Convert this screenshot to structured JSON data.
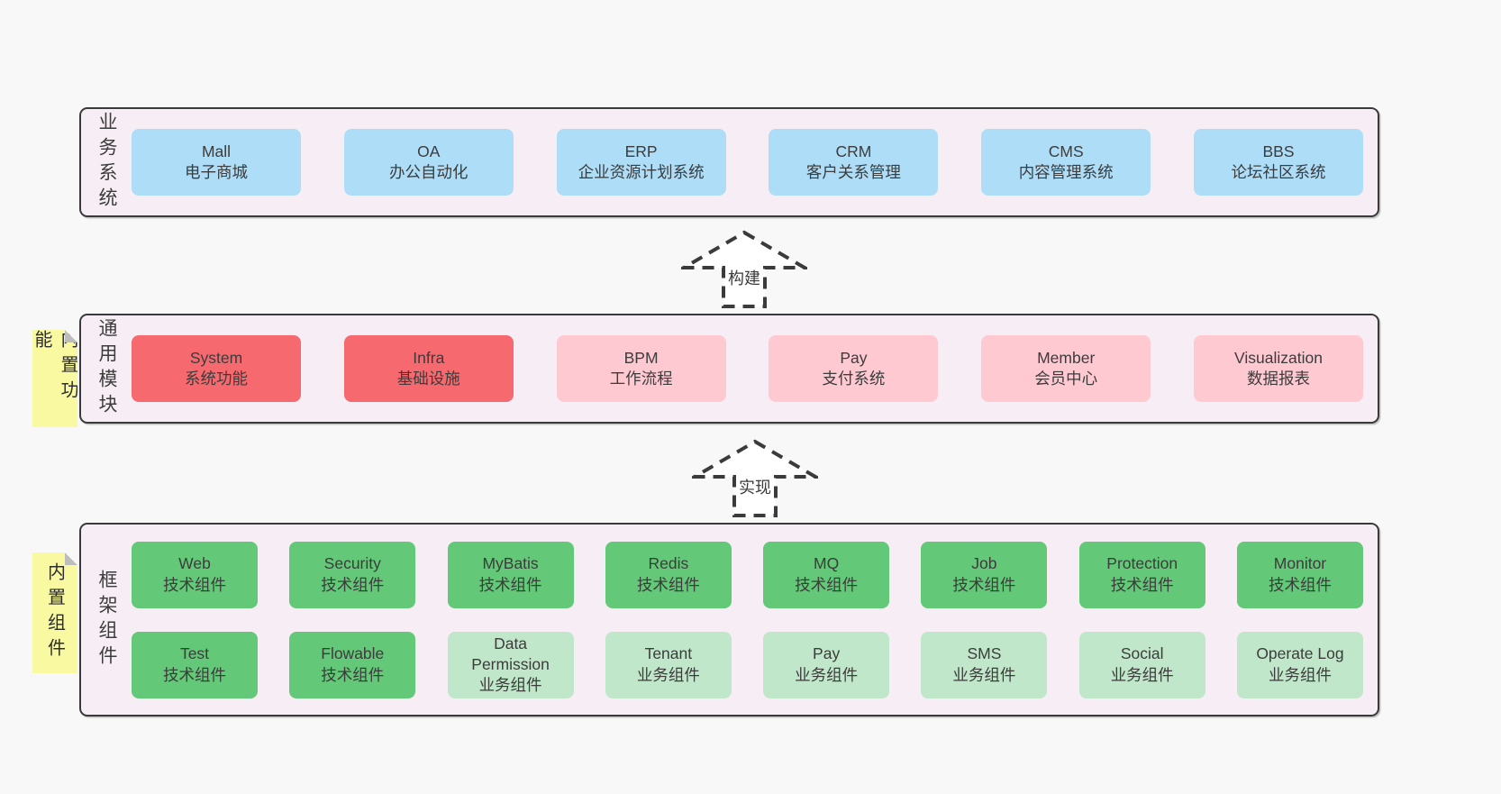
{
  "page": {
    "background": "#f8f8f8"
  },
  "colors": {
    "band_bg": "#f7eef5",
    "band_border": "#3a3a3a",
    "sticky_yellow": "#f8f9a0",
    "fold_gray": "#bdbdbd",
    "text": "#3c3c3c",
    "blue": "#aeddf8",
    "red": "#f5696f",
    "pink": "#ffc9d2",
    "green": "#63c877",
    "light_green": "#c0e7c9",
    "arrow_stroke": "#3b3b3b"
  },
  "arrows": [
    {
      "label": "构建"
    },
    {
      "label": "实现"
    }
  ],
  "bands": [
    {
      "id": "business-systems",
      "label": "业务系统",
      "sticky": null,
      "rows": [
        [
          {
            "en": "Mall",
            "zh": "电子商城",
            "color": "blue"
          },
          {
            "en": "OA",
            "zh": "办公自动化",
            "color": "blue"
          },
          {
            "en": "ERP",
            "zh": "企业资源计划系统",
            "color": "blue"
          },
          {
            "en": "CRM",
            "zh": "客户关系管理",
            "color": "blue"
          },
          {
            "en": "CMS",
            "zh": "内容管理系统",
            "color": "blue"
          },
          {
            "en": "BBS",
            "zh": "论坛社区系统",
            "color": "blue"
          }
        ]
      ]
    },
    {
      "id": "common-modules",
      "label": "通用模块",
      "sticky": "内置功能",
      "rows": [
        [
          {
            "en": "System",
            "zh": "系统功能",
            "color": "red"
          },
          {
            "en": "Infra",
            "zh": "基础设施",
            "color": "red"
          },
          {
            "en": "BPM",
            "zh": "工作流程",
            "color": "pink"
          },
          {
            "en": "Pay",
            "zh": "支付系统",
            "color": "pink"
          },
          {
            "en": "Member",
            "zh": "会员中心",
            "color": "pink"
          },
          {
            "en": "Visualization",
            "zh": "数据报表",
            "color": "pink"
          }
        ]
      ]
    },
    {
      "id": "framework-components",
      "label": "框架组件",
      "sticky": "内置组件",
      "rows": [
        [
          {
            "en": "Web",
            "zh": "技术组件",
            "color": "green"
          },
          {
            "en": "Security",
            "zh": "技术组件",
            "color": "green"
          },
          {
            "en": "MyBatis",
            "zh": "技术组件",
            "color": "green"
          },
          {
            "en": "Redis",
            "zh": "技术组件",
            "color": "green"
          },
          {
            "en": "MQ",
            "zh": "技术组件",
            "color": "green"
          },
          {
            "en": "Job",
            "zh": "技术组件",
            "color": "green"
          },
          {
            "en": "Protection",
            "zh": "技术组件",
            "color": "green"
          },
          {
            "en": "Monitor",
            "zh": "技术组件",
            "color": "green"
          }
        ],
        [
          {
            "en": "Test",
            "zh": "技术组件",
            "color": "green"
          },
          {
            "en": "Flowable",
            "zh": "技术组件",
            "color": "green"
          },
          {
            "en": "Data Permission",
            "zh": "业务组件",
            "color": "light_green"
          },
          {
            "en": "Tenant",
            "zh": "业务组件",
            "color": "light_green"
          },
          {
            "en": "Pay",
            "zh": "业务组件",
            "color": "light_green"
          },
          {
            "en": "SMS",
            "zh": "业务组件",
            "color": "light_green"
          },
          {
            "en": "Social",
            "zh": "业务组件",
            "color": "light_green"
          },
          {
            "en": "Operate Log",
            "zh": "业务组件",
            "color": "light_green"
          }
        ]
      ]
    }
  ]
}
